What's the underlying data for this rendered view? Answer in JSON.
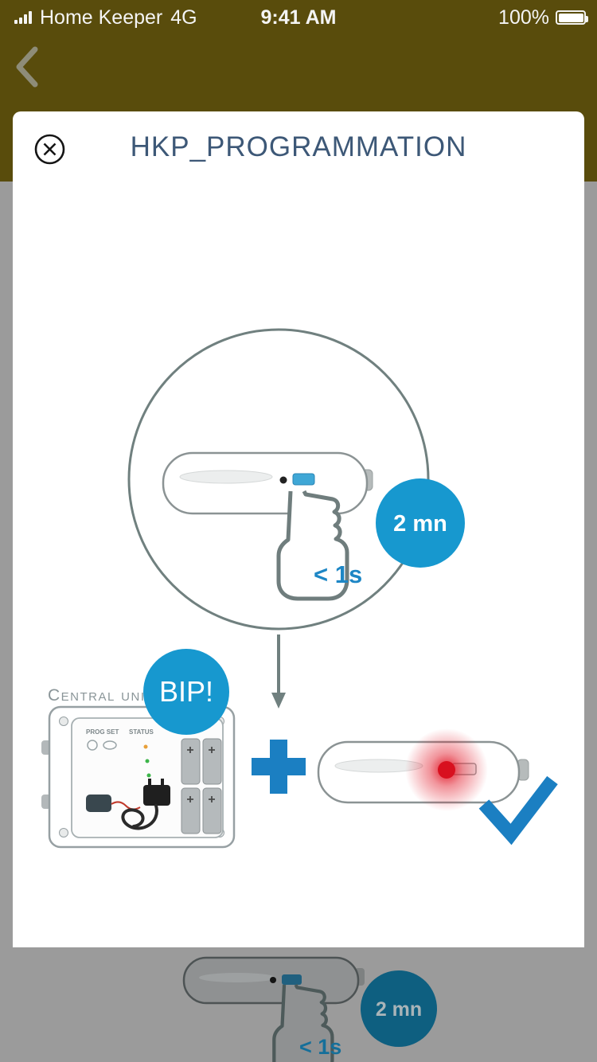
{
  "status_bar": {
    "carrier": "Home Keeper",
    "network": "4G",
    "time": "9:41 AM",
    "battery_percent": "100%"
  },
  "modal": {
    "title": "HKP_PROGRAMMATION"
  },
  "diagram": {
    "press_time": "< 1s",
    "wait_badge": "2 mn",
    "beep_badge": "BIP!",
    "central_unit_label": "Central unit",
    "board_labels": {
      "prog": "PROG SET",
      "status": "STATUS"
    },
    "plus_sign": "+"
  },
  "background_page": {
    "press_time": "< 1s",
    "wait_badge": "2 mn"
  },
  "icons": {
    "back": "chevron-left",
    "close": "circled-x",
    "signal": "cellular-signal-full",
    "battery": "battery-full"
  },
  "colors": {
    "accent_blue": "#1798cf",
    "accent_blue_dark": "#1b7fc2",
    "title_blue": "#3d5877",
    "status_bar_bg": "#594c0c",
    "dimmed_bg": "#9b9b9b",
    "led_red": "#d8101f"
  }
}
